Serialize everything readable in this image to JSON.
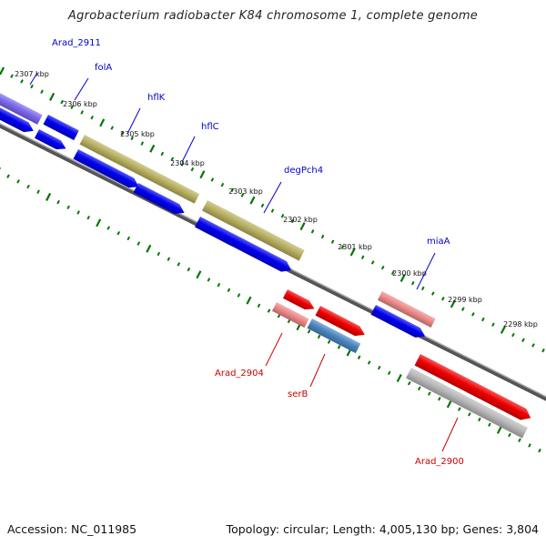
{
  "title": "Agrobacterium radiobacter K84 chromosome 1, complete genome",
  "footer": {
    "accession": "Accession: NC_011985",
    "summary": "Topology: circular; Length: 4,005,130 bp; Genes: 3,804"
  },
  "colors": {
    "forward_gene": "#0000ee",
    "reverse_gene": "#ee0000",
    "forward_label": "#0000cc",
    "reverse_label": "#cc0000",
    "tick": "#007700",
    "backbone": "#777777",
    "purple": "#7b68ee",
    "olive": "#b8b060",
    "pink": "#ee8888",
    "steel": "#4a86c0",
    "gray": "#b8b8b8"
  },
  "ticks": [
    "2307 kbp",
    "2306 kbp",
    "2305 kbp",
    "2304 kbp",
    "2303 kbp",
    "2302 kbp",
    "2301 kbp",
    "2300 kbp",
    "2299 kbp",
    "2298 kbp"
  ],
  "forward_labels": [
    "Arad_2911",
    "folA",
    "hflK",
    "hflC",
    "degPch4",
    "miaA"
  ],
  "reverse_labels": [
    "Arad_2904",
    "serB",
    "Arad_2900"
  ]
}
